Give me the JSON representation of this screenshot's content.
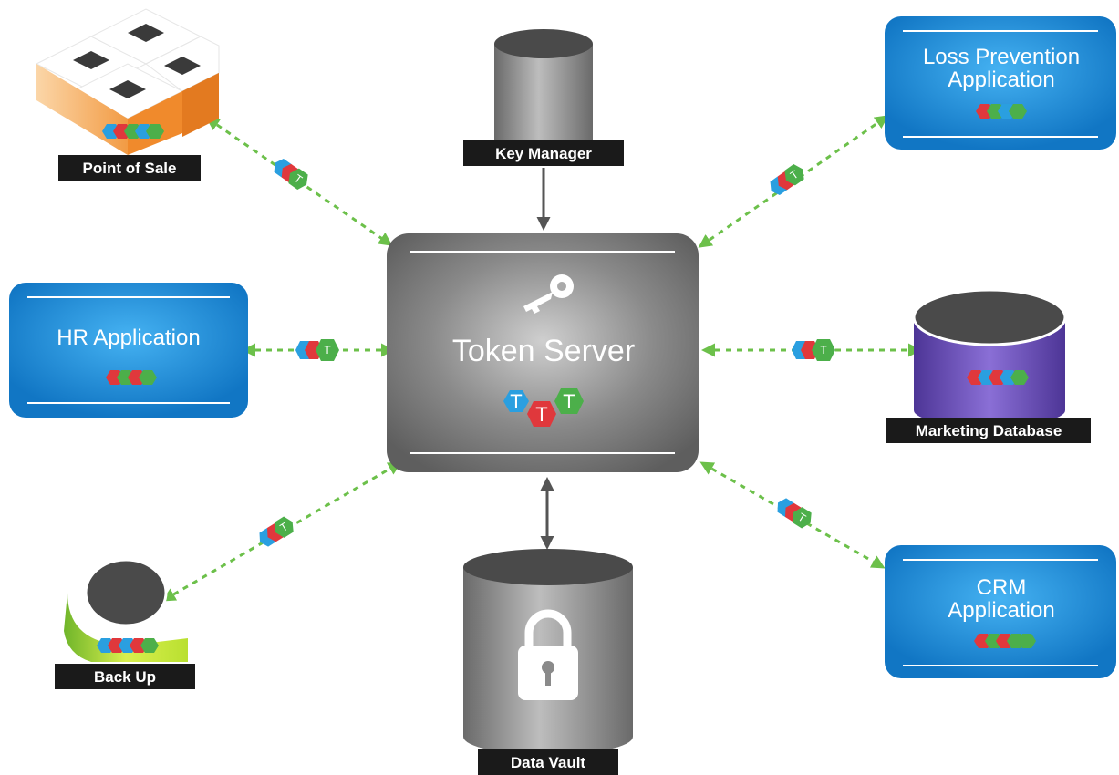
{
  "token_server": {
    "label": "Token Server",
    "token_letter": "T"
  },
  "key_manager": {
    "label": "Key Manager"
  },
  "data_vault": {
    "label": "Data Vault"
  },
  "point_of_sale": {
    "label": "Point of Sale"
  },
  "back_up": {
    "label": "Back Up"
  },
  "marketing_database": {
    "label": "Marketing Database"
  },
  "hr_application": {
    "label": "HR Application"
  },
  "loss_prevention": {
    "line1": "Loss Prevention",
    "line2": "Application"
  },
  "crm": {
    "line1": "CRM",
    "line2": "Application"
  },
  "colors": {
    "token_blue": "#2a9fe0",
    "token_red": "#e0383c",
    "token_green": "#4caf4a",
    "arrow_green": "#6cc04a",
    "app_blue": "#1e86d0",
    "server_gray": "#6e6e6e",
    "label_bg": "#1a1a1a",
    "db_purple": "#6a4fb8",
    "pos_orange": "#f0a24e",
    "backup_green": "#9bd03a"
  }
}
